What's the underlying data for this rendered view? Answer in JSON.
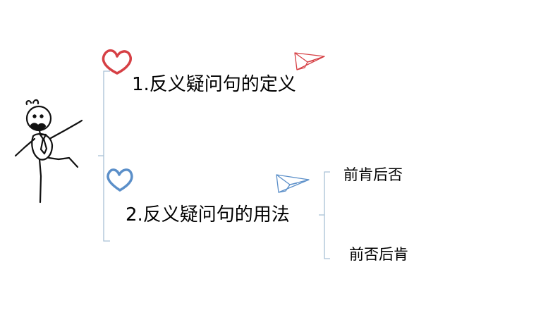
{
  "colors": {
    "background": "#ffffff",
    "text": "#000000",
    "bracket": "#a9c1d6",
    "heart_top": "#d64045",
    "heart_bottom": "#5b8fc9",
    "plane_top": "#d64045",
    "plane_bottom": "#5b8fc9",
    "figure": "#111111"
  },
  "icons": {
    "figure": "stick-figure-kicking",
    "heart_top": "heart-outline-red",
    "heart_bottom": "heart-outline-blue",
    "plane_top": "paper-plane-red",
    "plane_bottom": "paper-plane-blue"
  },
  "diagram": {
    "items": [
      {
        "label": "1.反义疑问句的定义"
      },
      {
        "label": "2.反义疑问句的用法",
        "children": [
          "前肯后否",
          "前否后肯"
        ]
      }
    ]
  }
}
